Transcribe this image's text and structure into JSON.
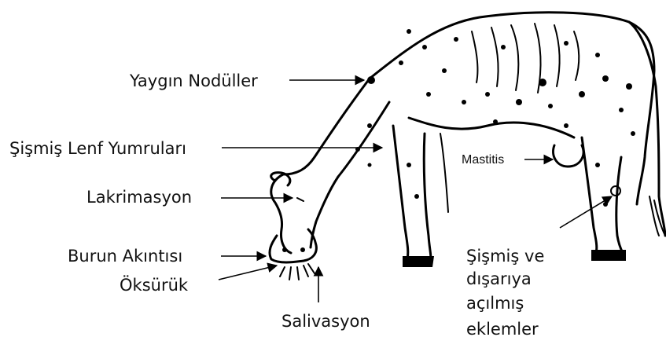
{
  "labels": {
    "nodules": "Yaygın Nodüller",
    "lymph": "Şişmiş Lenf Yumruları",
    "lacrimation": "Lakrimasyon",
    "nasal": "Burun Akıntısı",
    "cough": "Öksürük",
    "saliva": "Salivasyon",
    "mastitis": "Mastitis",
    "joints_line1": "Şişmiş ve",
    "joints_line2": "dışarıya",
    "joints_line3": "açılmış",
    "joints_line4": "eklemler"
  },
  "colors": {
    "ink": "#000000",
    "background": "#ffffff"
  }
}
